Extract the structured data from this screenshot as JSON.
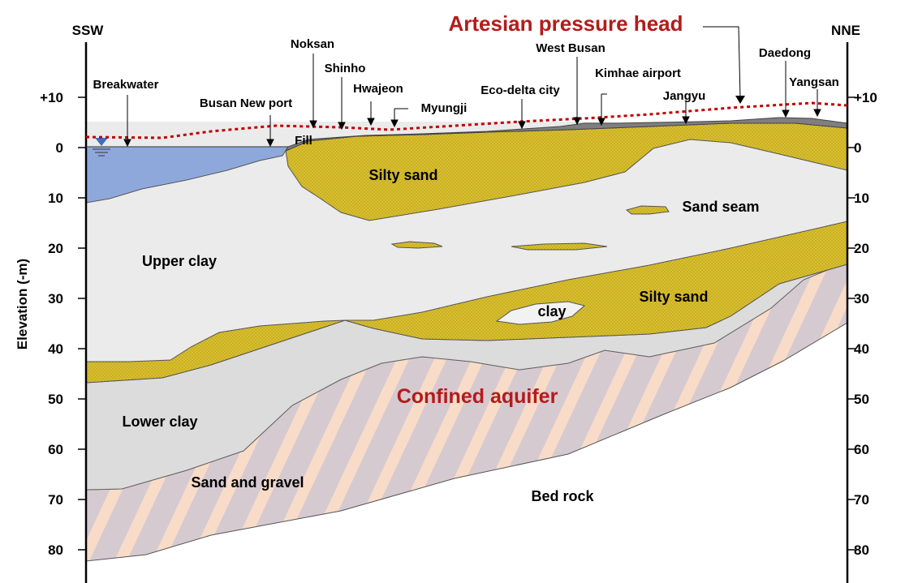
{
  "figure": {
    "left_direction": "SSW",
    "right_direction": "NNE",
    "y_axis_label": "Elevation (-m)",
    "title": "Artesian pressure head",
    "aquifer_label": "Confined aquifer",
    "fill_label": "Fill",
    "locations": [
      "Breakwater",
      "Busan New port",
      "Noksan",
      "Shinho",
      "Hwajeon",
      "Myungji",
      "Eco-delta city",
      "West Busan",
      "Kimhae airport",
      "Jangyu",
      "Daedong",
      "Yangsan"
    ],
    "layers": [
      "Silty sand",
      "Sand seam",
      "Upper clay",
      "Silty sand",
      "clay",
      "Lower clay",
      "Sand and gravel",
      "Bed rock"
    ],
    "ticks": [
      "+10",
      "0",
      "10",
      "20",
      "30",
      "40",
      "50",
      "60",
      "70",
      "80"
    ],
    "colors": {
      "sea": "#8fa8dc",
      "silty_sand": "#d9bf2e",
      "upper_clay": "#ebebeb",
      "lower_clay": "#dcdcdc",
      "fill": "#7f7f7f",
      "aquifer_stripe_a": "#d5c8cf",
      "aquifer_stripe_b": "#f8dcc8",
      "pressure_line": "#c00000"
    }
  }
}
